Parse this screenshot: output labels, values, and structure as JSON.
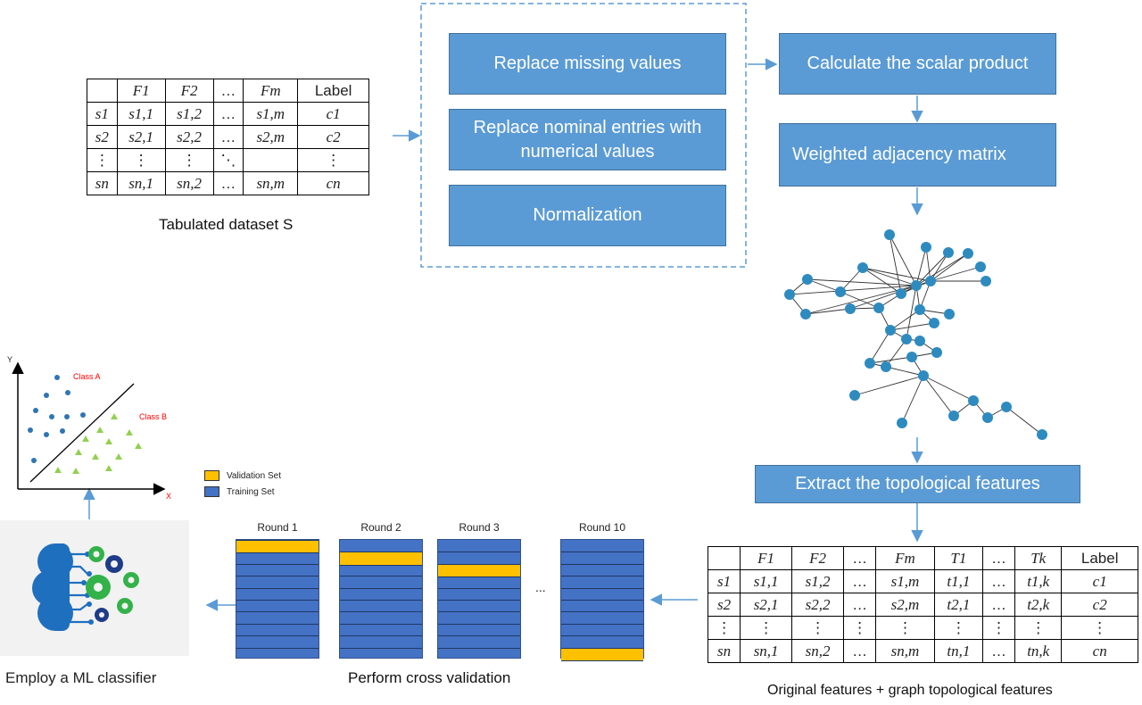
{
  "steps": {
    "replace_missing": "Replace missing values",
    "replace_nominal": "Replace nominal entries with numerical values",
    "normalization": "Normalization",
    "scalar_product": "Calculate the scalar product",
    "weighted_matrix": "Weighted adjacency matrix",
    "extract_topological": "Extract the topological features"
  },
  "captions": {
    "dataset": "Tabulated dataset S",
    "combined": "Original features + graph topological features",
    "cross_validation": "Perform cross validation",
    "classifier": "Employ a ML classifier"
  },
  "plot": {
    "y_axis": "Y",
    "x_axis": "X",
    "class_a": "Class A",
    "class_b": "Class B",
    "colors": {
      "class_a": "#2e75b6",
      "class_b": "#92d050",
      "labels": "#ff0000"
    }
  },
  "legend": {
    "validation": "Validation Set",
    "training": "Training Set",
    "colors": {
      "validation": "#ffc000",
      "training": "#4472c4"
    }
  },
  "rounds": [
    "Round 1",
    "Round 2",
    "Round 3",
    "Round 10"
  ],
  "ellipsis": "...",
  "table1": {
    "header": [
      "",
      "F1",
      "F2",
      "…",
      "Fm",
      "Label"
    ],
    "rows": [
      [
        "s1",
        "s1,1",
        "s1,2",
        "…",
        "s1,m",
        "c1"
      ],
      [
        "s2",
        "s2,1",
        "s2,2",
        "…",
        "s2,m",
        "c2"
      ],
      [
        "⋮",
        "⋮",
        "⋮",
        "⋱",
        "",
        "⋮"
      ],
      [
        "sn",
        "sn,1",
        "sn,2",
        "…",
        "sn,m",
        "cn"
      ]
    ]
  },
  "table2": {
    "header": [
      "",
      "F1",
      "F2",
      "…",
      "Fm",
      "T1",
      "…",
      "Tk",
      "Label"
    ],
    "rows": [
      [
        "s1",
        "s1,1",
        "s1,2",
        "…",
        "s1,m",
        "t1,1",
        "…",
        "t1,k",
        "c1"
      ],
      [
        "s2",
        "s2,1",
        "s2,2",
        "…",
        "s2,m",
        "t2,1",
        "…",
        "t2,k",
        "c2"
      ],
      [
        "⋮",
        "⋮",
        "⋮",
        "⋮",
        "⋮",
        "⋮",
        "⋮",
        "⋮",
        "⋮"
      ],
      [
        "sn",
        "sn,1",
        "sn,2",
        "…",
        "sn,m",
        "tn,1",
        "…",
        "tn,k",
        "cn"
      ]
    ]
  },
  "colors": {
    "box_fill": "#5b9bd5",
    "arrow": "#5b9bd5",
    "node": "#2e8bc0"
  }
}
